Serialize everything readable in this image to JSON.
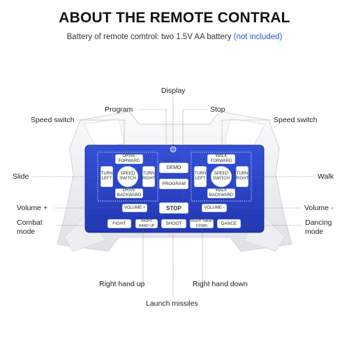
{
  "header": {
    "title": "ABOUT THE REMOTE CONTRAL",
    "subtitle_main": "Battery of remote comtrol: two 1.5V AA battery",
    "subtitle_note": "(not included)"
  },
  "callouts": {
    "display": "Display",
    "program": "Program",
    "stop": "Stop",
    "speed_switch_left": "Speed switch",
    "speed_switch_right": "Speed switch",
    "slide": "Slide",
    "walk": "Walk",
    "volume_plus": "Volume +",
    "volume_minus": "Volume -",
    "combat_mode": "Combat\nmode",
    "dancing_mode": "Dancing\nmode",
    "right_hand_up": "Right hand up",
    "right_hand_down": "Right hand down",
    "launch_missiles": "Launch missiles"
  },
  "remote": {
    "left_pad": {
      "forward": "DRIVE FORWARD",
      "turn_left": "TURN LEFT",
      "speed": "SPEED SWITCH",
      "turn_right": "TURN RIGHT",
      "backward": "DRIVE BACKWARD"
    },
    "right_pad": {
      "forward": "WALK FORWARD",
      "turn_left": "TURN LEFT",
      "speed": "SPEED SWITCH",
      "turn_right": "TURN RIGHT",
      "backward": "WALK BACKWARD"
    },
    "demo": "DEMO",
    "program": "PROGRAM",
    "volume_plus": "VOLUME +",
    "stop": "STOP",
    "volume_minus": "VOLUME -",
    "fight": "FIGHT",
    "right_hand_up": "RIGHT HAND UP",
    "shoot": "SHOOT",
    "right_hand_down": "RIGHT HAND DOWN",
    "dance": "DANCE"
  },
  "colors": {
    "panel_blue": "#2a44c9",
    "case_white": "#f3f4f6",
    "note_blue": "#2d55d8"
  }
}
